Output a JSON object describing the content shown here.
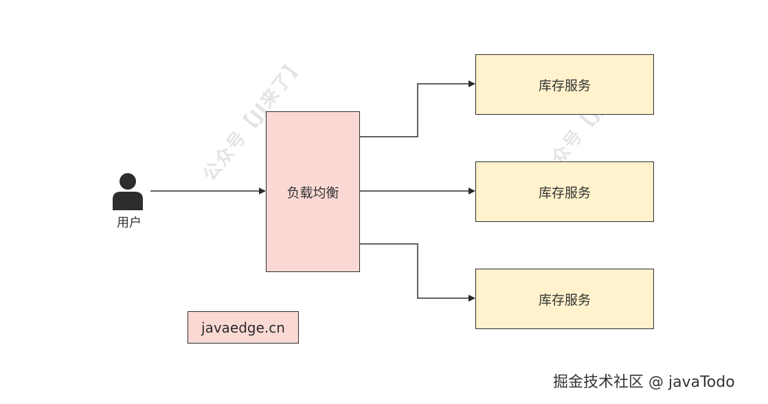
{
  "diagram": {
    "user_label": "用户",
    "load_balancer_label": "负载均衡",
    "services": [
      {
        "label": "库存服务"
      },
      {
        "label": "库存服务"
      },
      {
        "label": "库存服务"
      }
    ],
    "site_label": "javaedge.cn",
    "watermark_text": "公众号【JJ来了】"
  },
  "footer": {
    "text": "掘金技术社区 @ javaTodo"
  },
  "colors": {
    "load_balancer_fill": "#fad9d5",
    "service_fill": "#fff2cc",
    "site_label_fill": "#fad9d5",
    "stroke": "#2b2b2b",
    "user_icon": "#2d2d2d"
  }
}
